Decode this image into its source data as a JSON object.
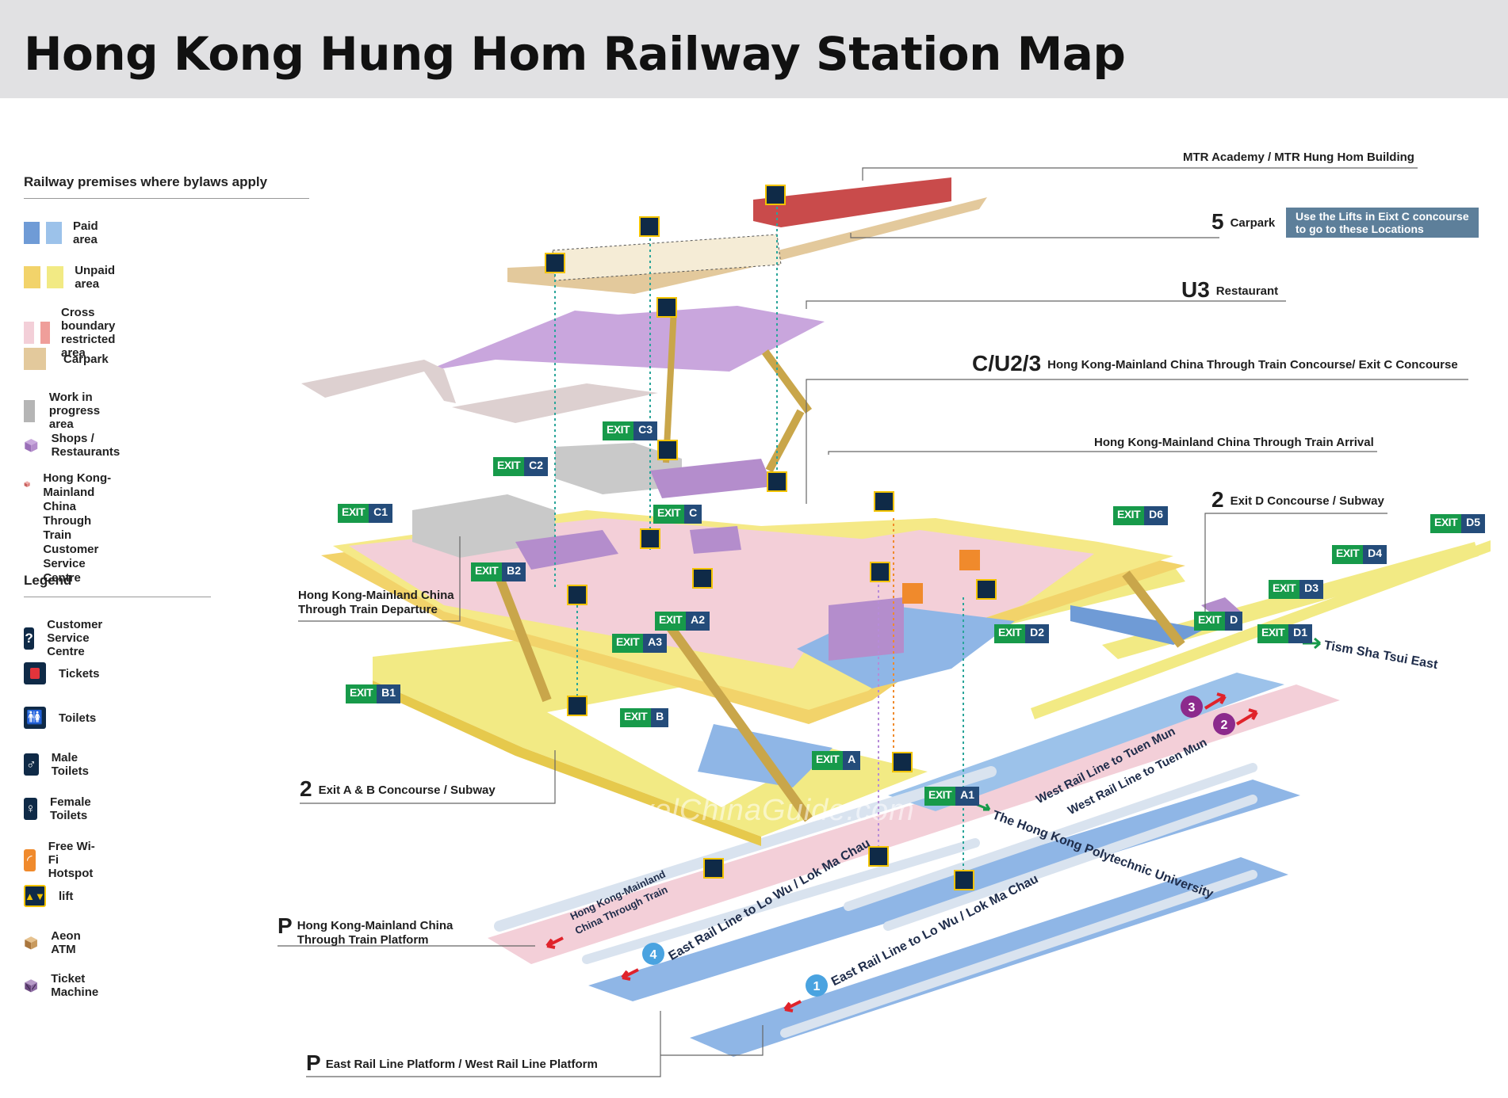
{
  "title": "Hong Kong Hung Hom Railway Station Map",
  "premises": {
    "heading": "Railway premises where bylaws apply",
    "items": [
      {
        "label": "Paid area",
        "colors": [
          "#6f9bd6",
          "#9cc2ea"
        ]
      },
      {
        "label": "Unpaid area",
        "colors": [
          "#f2d36a",
          "#f2ea84"
        ]
      },
      {
        "label": "Cross boundary restricted area",
        "colors": [
          "#f3cfd8",
          "#ef9e9a"
        ]
      },
      {
        "label": "Carpark",
        "colors": [
          "#e3c99c"
        ]
      },
      {
        "label": "Work in progress area",
        "colors": [
          "#b5b5b5"
        ]
      },
      {
        "label": "Shops / Restaurants",
        "icon": "purple-cube-icon"
      },
      {
        "label": "Hong Kong-Mainland China Through Train",
        "label2": "Customer Service Centre",
        "icon": "red-cube-icon"
      }
    ]
  },
  "legend": {
    "heading": "Legend",
    "items": [
      {
        "label": "Customer Service Centre",
        "icon": "customer-service-icon"
      },
      {
        "label": "Tickets",
        "icon": "tickets-icon"
      },
      {
        "label": "Toilets",
        "icon": "toilets-icon"
      },
      {
        "label": "Male Toilets",
        "icon": "male-toilet-icon"
      },
      {
        "label": "Female Toilets",
        "icon": "female-toilet-icon"
      },
      {
        "label": "Free Wi-Fi Hotspot",
        "icon": "wifi-icon"
      },
      {
        "label": "lift",
        "icon": "lift-icon"
      },
      {
        "label": "Aeon ATM",
        "icon": "atm-cube-icon"
      },
      {
        "label": "Ticket Machine",
        "icon": "ticket-machine-icon"
      }
    ]
  },
  "levels": {
    "academy": "MTR Academy / MTR Hung Hom Building",
    "carpark_num": "5",
    "carpark": "Carpark",
    "carpark_note_1": "Use the Lifts in Eixt C concourse",
    "carpark_note_2": "to go to these Locations",
    "u3_num": "U3",
    "u3": "Restaurant",
    "cu23_num": "C/U2/3",
    "cu23": "Hong Kong-Mainland China Through Train Concourse/ Exit C Concourse",
    "arrival": "Hong Kong-Mainland China Through Train Arrival",
    "exitd_num": "2",
    "exitd": "Exit D Concourse / Subway",
    "departure_1": "Hong Kong-Mainland China",
    "departure_2": "Through Train Departure",
    "exitab_num": "2",
    "exitab": "Exit A & B Concourse / Subway",
    "platform_p1_num": "P",
    "platform_p1_1": "Hong Kong-Mainland China",
    "platform_p1_2": "Through Train Platform",
    "platform_p2_num": "P",
    "platform_p2": "East Rail Line Platform / West Rail Line Platform"
  },
  "exits": {
    "word": "EXIT",
    "c1": "C1",
    "c2": "C2",
    "c3": "C3",
    "c": "C",
    "b2": "B2",
    "b1": "B1",
    "b": "B",
    "a2": "A2",
    "a3": "A3",
    "a": "A",
    "a1": "A1",
    "d6": "D6",
    "d5": "D5",
    "d4": "D4",
    "d3": "D3",
    "d2": "D2",
    "d1": "D1",
    "d": "D"
  },
  "lines": {
    "tsim_sha_tsui": "Tism Sha Tsui East",
    "polytechnic": "The Hong Kong Polytechnic University",
    "wrl_3": "West Rail Line to Tuen Mun",
    "wrl_2": "West Rail Line to Tuen Mun",
    "erl_4": "East Rail Line to Lo Wu / Lok Ma Chau",
    "erl_1": "East Rail Line to Lo Wu / Lok Ma Chau",
    "through_train_1": "Hong Kong-Mainland",
    "through_train_2": "China Through Train",
    "platform_numbers": [
      "1",
      "2",
      "3",
      "4"
    ]
  },
  "watermark": "TravelChinaGuide.com"
}
